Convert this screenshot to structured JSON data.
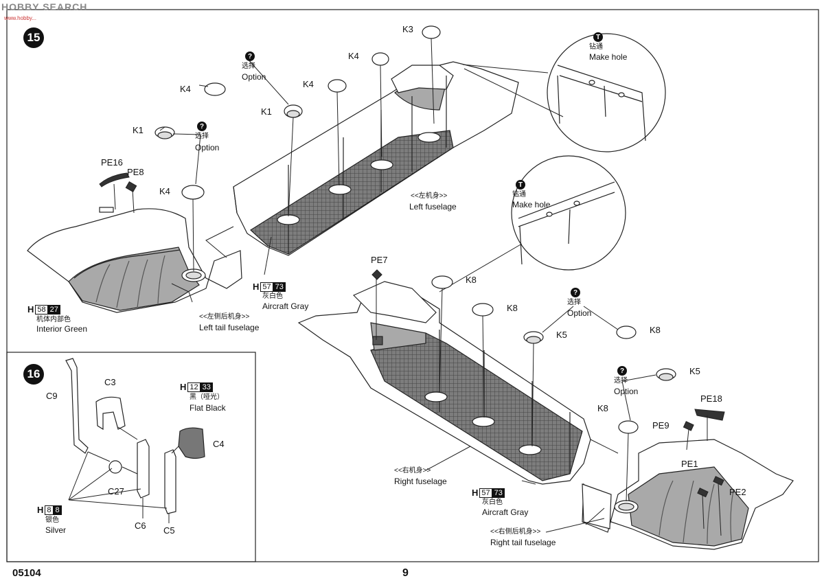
{
  "watermark": {
    "text": "HOBBY SEARCH",
    "sub": "www.hobby..."
  },
  "steps": {
    "s15": "15",
    "s16": "16"
  },
  "icons": {
    "question": "?",
    "drill": "T"
  },
  "step15": {
    "k3": "K3",
    "k4a": "K4",
    "k4b": "K4",
    "k4c": "K4",
    "k4d": "K4",
    "k1a": "K1",
    "k1b": "K1",
    "option1_cn": "选择",
    "option1_en": "Option",
    "option2_cn": "选择",
    "option2_en": "Option",
    "pe16": "PE16",
    "pe8": "PE8",
    "makehole1_cn": "钻通",
    "makehole1_en": "Make hole",
    "makehole2_cn": "钻通",
    "makehole2_en": "Make hole",
    "left_fuselage_cn": "<<左机身>>",
    "left_fuselage_en": "Left fuselage",
    "left_tail_cn": "<<左侧后机身>>",
    "left_tail_en": "Left tail fuselage",
    "paint_interior": {
      "h": "H",
      "a": "58",
      "b": "27",
      "cn": "机体内部色",
      "en": "Interior Green"
    },
    "paint_gray1": {
      "h": "H",
      "a": "57",
      "b": "73",
      "cn": "灰白色",
      "en": "Aircraft Gray"
    },
    "pe7": "PE7",
    "k8a": "K8",
    "k8b": "K8",
    "k8c": "K8",
    "k8d": "K8",
    "k5a": "K5",
    "k5b": "K5",
    "option3_cn": "选择",
    "option3_en": "Option",
    "option4_cn": "选择",
    "option4_en": "Option",
    "pe18": "PE18",
    "pe9": "PE9",
    "pe1": "PE1",
    "pe2": "PE2",
    "right_fuselage_cn": "<<右机身>>",
    "right_fuselage_en": "Right fuselage",
    "right_tail_cn": "<<右侧后机身>>",
    "right_tail_en": "Right tail fuselage",
    "paint_gray2": {
      "h": "H",
      "a": "57",
      "b": "73",
      "cn": "灰白色",
      "en": "Aircraft Gray"
    }
  },
  "step16": {
    "c9": "C9",
    "c3": "C3",
    "c4": "C4",
    "c27": "C27",
    "c6": "C6",
    "c5": "C5",
    "paint_black": {
      "h": "H",
      "a": "12",
      "b": "33",
      "cn": "黑（哑光）",
      "en": "Flat Black"
    },
    "paint_silver": {
      "h": "H",
      "a": "8",
      "b": "8",
      "cn": "银色",
      "en": "Silver"
    }
  },
  "footer": {
    "code": "05104",
    "page": "9"
  }
}
